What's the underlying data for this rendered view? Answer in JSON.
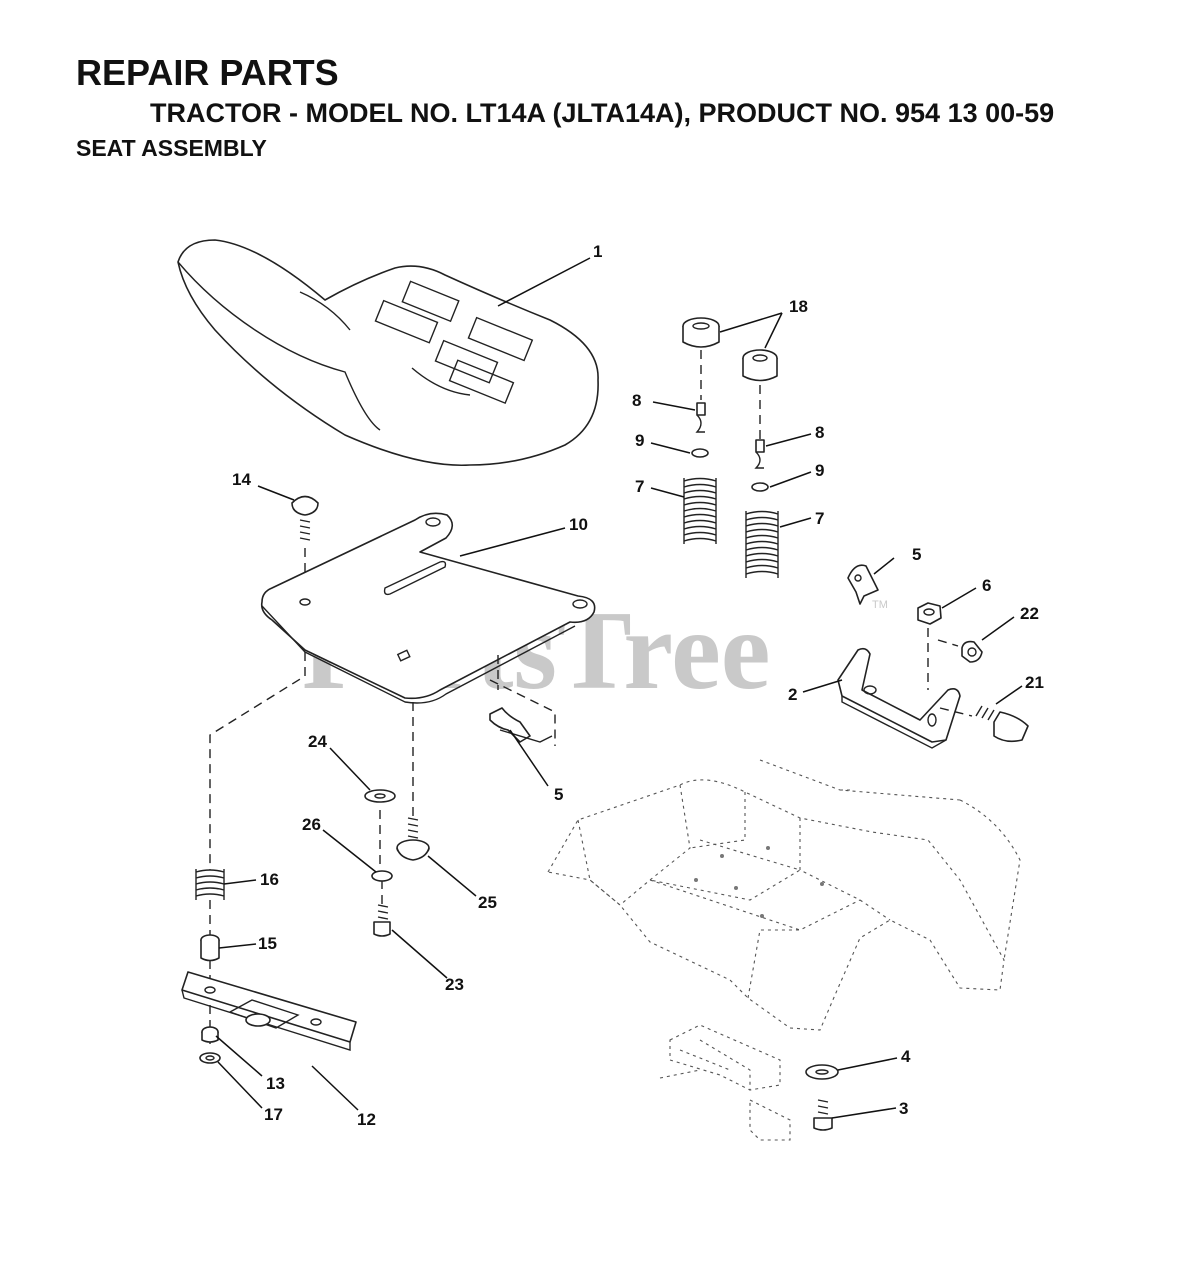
{
  "header": {
    "title": "REPAIR PARTS",
    "subtitle": "TRACTOR - MODEL NO. LT14A (JLTA14A), PRODUCT NO. 954 13 00-59",
    "section": "SEAT ASSEMBLY"
  },
  "watermark": {
    "text": "PartsTree",
    "tm": "TM"
  },
  "callouts": {
    "c1": "1",
    "c18": "18",
    "c8a": "8",
    "c8b": "8",
    "c9a": "9",
    "c9b": "9",
    "c7a": "7",
    "c7b": "7",
    "c14": "14",
    "c10": "10",
    "c5a": "5",
    "c5b": "5",
    "c6": "6",
    "c22": "22",
    "c2": "2",
    "c21": "21",
    "c24": "24",
    "c26": "26",
    "c25": "25",
    "c16": "16",
    "c15": "15",
    "c23": "23",
    "c13": "13",
    "c17": "17",
    "c12": "12",
    "c4": "4",
    "c3": "3"
  }
}
